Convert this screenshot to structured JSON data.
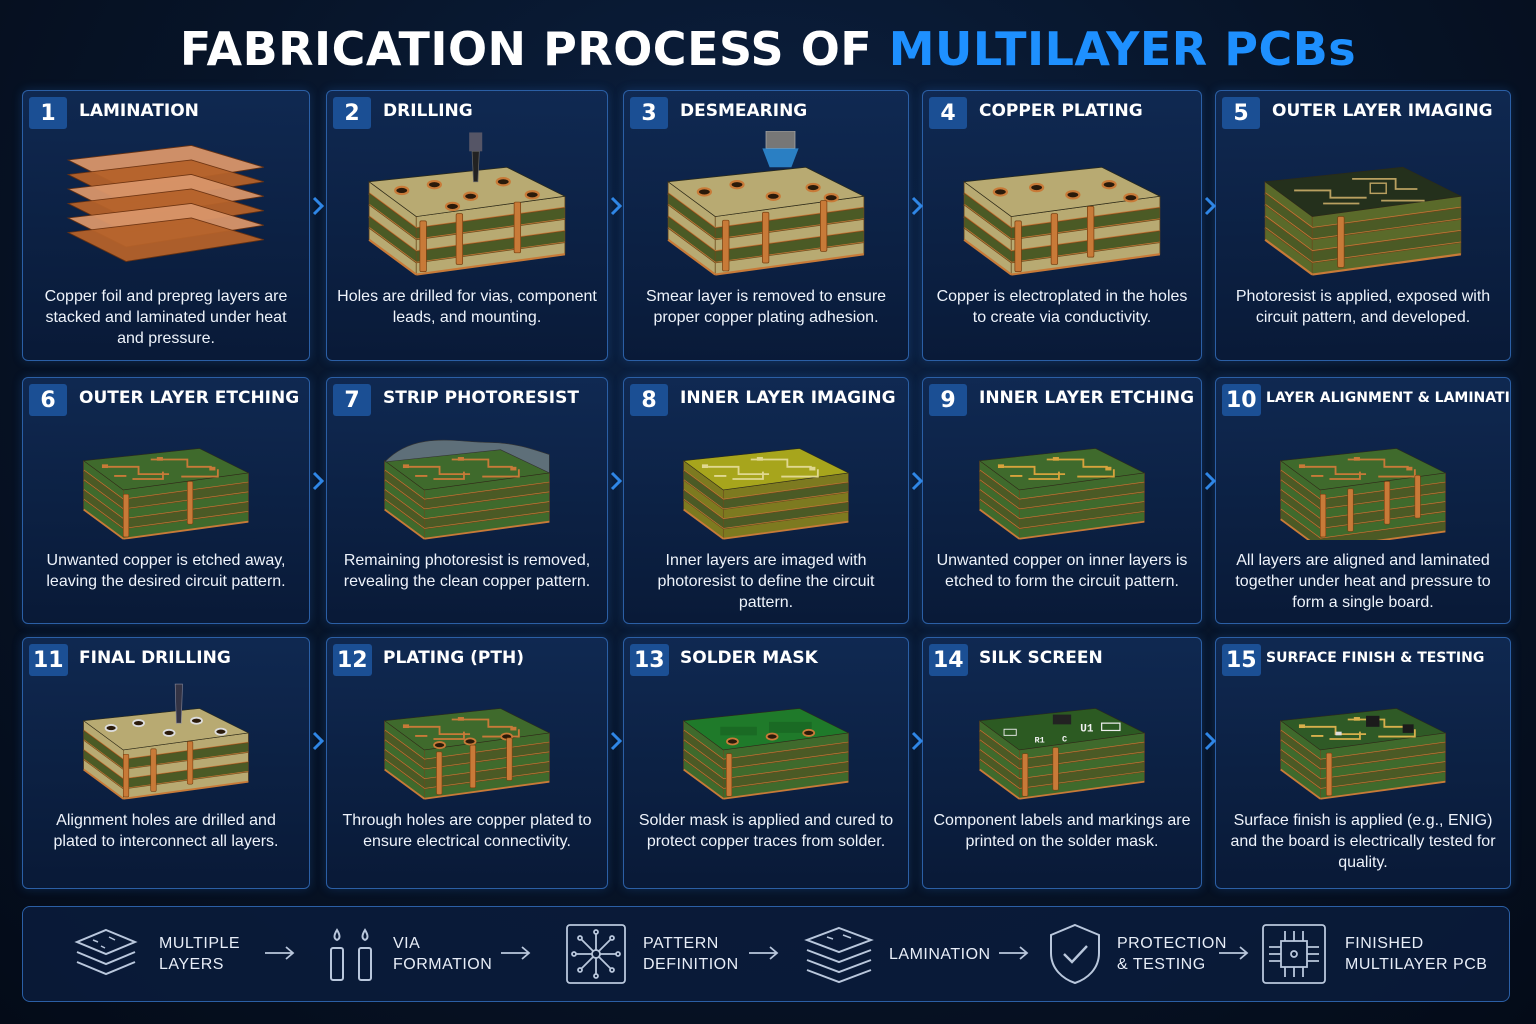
{
  "title": {
    "main": "FABRICATION PROCESS OF ",
    "accent": "MULTILAYER PCBs"
  },
  "colors": {
    "accent": "#1e90ff",
    "border": "#2b5fa5",
    "copper": "#c87a38",
    "board_green": "#3f6a2c",
    "fr4": "#b8aa72"
  },
  "steps": [
    {
      "number": "1",
      "title": "LAMINATION",
      "desc": "Copper foil and prepreg layers are stacked and laminated under heat and pressure."
    },
    {
      "number": "2",
      "title": "DRILLING",
      "desc": "Holes are drilled for vias, component leads, and mounting."
    },
    {
      "number": "3",
      "title": "DESMEARING",
      "desc": "Smear layer is removed to ensure proper copper plating adhesion."
    },
    {
      "number": "4",
      "title": "COPPER PLATING",
      "desc": "Copper is electroplated in the holes to create via conductivity."
    },
    {
      "number": "5",
      "title": "OUTER LAYER IMAGING",
      "desc": "Photoresist is applied, exposed with circuit pattern, and developed."
    },
    {
      "number": "6",
      "title": "OUTER LAYER ETCHING",
      "desc": "Unwanted copper is etched away, leaving the desired circuit pattern."
    },
    {
      "number": "7",
      "title": "STRIP PHOTORESIST",
      "desc": "Remaining photoresist is removed, revealing the clean copper pattern."
    },
    {
      "number": "8",
      "title": "INNER LAYER IMAGING",
      "desc": "Inner layers are imaged with photoresist to define the circuit pattern."
    },
    {
      "number": "9",
      "title": "INNER LAYER ETCHING",
      "desc": "Unwanted copper on inner layers is etched to form the circuit pattern."
    },
    {
      "number": "10",
      "title": "LAYER ALIGNMENT & LAMINATION",
      "desc": "All layers are aligned and laminated together under heat and pressure to form a single board."
    },
    {
      "number": "11",
      "title": "FINAL DRILLING",
      "desc": "Alignment holes are drilled and plated to interconnect all layers."
    },
    {
      "number": "12",
      "title": "PLATING (PTH)",
      "desc": "Through holes are copper plated to ensure electrical connectivity."
    },
    {
      "number": "13",
      "title": "SOLDER MASK",
      "desc": "Solder mask is applied and cured to protect copper traces from solder."
    },
    {
      "number": "14",
      "title": "SILK SCREEN",
      "desc": "Component labels and markings are printed on the solder mask."
    },
    {
      "number": "15",
      "title": "SURFACE FINISH & TESTING",
      "desc": "Surface finish is applied (e.g., ENIG) and the board is electrically tested for quality."
    }
  ],
  "silk_labels": {
    "u1": "U1",
    "r1": "R1",
    "c": "C"
  },
  "summary": [
    {
      "label": "MULTIPLE\nLAYERS",
      "icon": "layers-icon"
    },
    {
      "label": "VIA\nFORMATION",
      "icon": "via-icon"
    },
    {
      "label": "PATTERN\nDEFINITION",
      "icon": "circuit-pattern-icon"
    },
    {
      "label": "LAMINATION",
      "icon": "stack-icon"
    },
    {
      "label": "PROTECTION\n& TESTING",
      "icon": "shield-check-icon"
    },
    {
      "label": "FINISHED\nMULTILAYER PCB",
      "icon": "chip-icon"
    }
  ]
}
